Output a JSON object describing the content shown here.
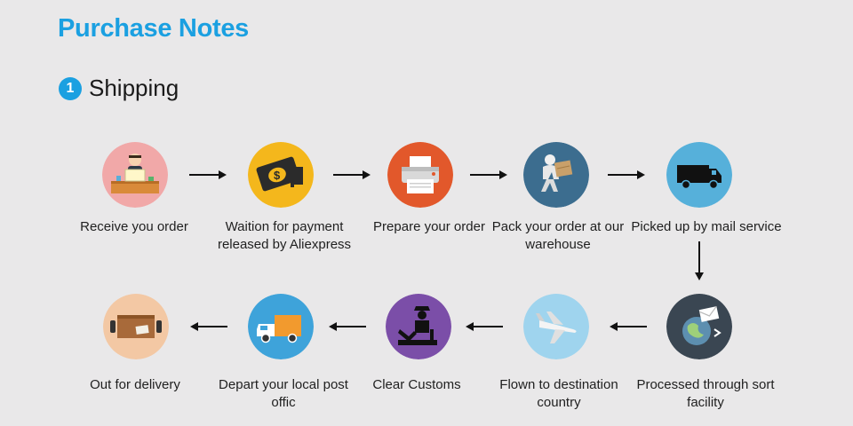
{
  "page": {
    "title": "Purchase Notes",
    "section": {
      "number": "1",
      "label": "Shipping"
    }
  },
  "steps": [
    {
      "id": "receive",
      "label": "Receive you order",
      "icon": "person-at-desk-icon",
      "color": "#f1a8a8"
    },
    {
      "id": "payment",
      "label": "Waition for payment released by Aliexpress",
      "icon": "money-icon",
      "color": "#f4b71c"
    },
    {
      "id": "prepare",
      "label": "Prepare your order",
      "icon": "printer-icon",
      "color": "#e2582b"
    },
    {
      "id": "pack",
      "label": "Pack your order at our warehouse",
      "icon": "courier-box-icon",
      "color": "#3c6d8f"
    },
    {
      "id": "pickup",
      "label": "Picked up by mail service",
      "icon": "truck-icon",
      "color": "#56b0da"
    },
    {
      "id": "sort",
      "label": "Processed through sort facility",
      "icon": "globe-mail-icon",
      "color": "#3a4652"
    },
    {
      "id": "flown",
      "label": "Flown to destination country",
      "icon": "airplane-icon",
      "color": "#9fd4ee"
    },
    {
      "id": "customs",
      "label": "Clear Customs",
      "icon": "customs-officer-icon",
      "color": "#7b4ea8"
    },
    {
      "id": "depart",
      "label": "Depart your local post offic",
      "icon": "delivery-van-icon",
      "color": "#3ea3da"
    },
    {
      "id": "out",
      "label": "Out for delivery",
      "icon": "parcel-icon",
      "color": "#f3c8a4"
    }
  ]
}
